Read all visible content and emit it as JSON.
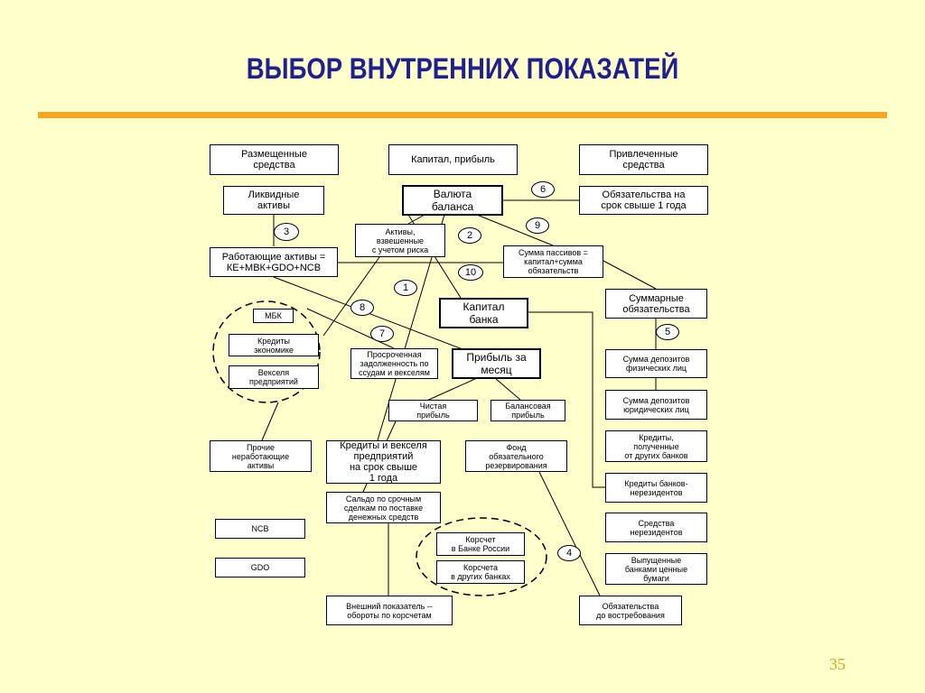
{
  "title": "ВЫБОР ВНУТРЕННИХ ПОКАЗАТЕЙ",
  "page_number": "35",
  "boxes": {
    "placed": "Размещенные\nсредства",
    "capital_profit": "Капитал, прибыль",
    "attracted": "Привлеченные\nсредства",
    "liquid": "Ликвидные\nактивы",
    "balance_currency": "Валюта\nбаланса",
    "liab_1y": "Обязательства на\nсрок свыше 1 года",
    "risk_weighted": "Активы,\nвзвешенные\nс учетом риска",
    "working_assets": "Работающие активы =\nКЕ+МВК+GDO+NCB",
    "sum_liab_eq": "Сумма пассивов =\nкапитал+сумма\nобязательств",
    "bank_capital": "Капитал\nбанка",
    "total_liab": "Суммарные\nобязательства",
    "mbk": "МБК",
    "loans_economy": "Кредиты\nэкономике",
    "bills": "Векселя\nпредприятий",
    "overdue": "Просроченная\nзадолженность по\nссудам и векселям",
    "month_profit": "Прибыль за\nмесяц",
    "dep_phys": "Сумма депозитов\nфизических лиц",
    "dep_jur": "Сумма депозитов\nюридических лиц",
    "net_profit": "Чистая\nприбыль",
    "balance_profit": "Балансовая\nприбыль",
    "loans_other_banks": "Кредиты,\nполученные\nот других банков",
    "other_nonworking": "Прочие\nнеработающие\nактивы",
    "loans_bills_1y": "Кредиты и векселя\nпредприятий\nна срок свыше\n1 года",
    "reserve_fund": "Фонд\nобязательного\nрезервирования",
    "nonres_banks": "Кредиты банков-\nнерезидентов",
    "saldo": "Сальдо по срочным\nсделкам по поставке\nденежных средств",
    "nonres_funds": "Средства\nнерезидентов",
    "ncb": "NCB",
    "corr_cbr": "Корсчет\nв Банке России",
    "issued_securities": "Выпущенные\nбанками ценные\nбумаги",
    "gdo": "GDO",
    "corr_other": "Корсчета\nв других банках",
    "external": "Внешний показатель --\nобороты по корсчетам",
    "demand_liab": "Обязательства\nдо востребования"
  },
  "markers": {
    "m1": "1",
    "m2": "2",
    "m3": "3",
    "m4": "4",
    "m5": "5",
    "m6": "6",
    "m7": "7",
    "m8": "8",
    "m9": "9",
    "m10": "10"
  },
  "colors": {
    "background": "#FFFFCC",
    "title": "#1F1F8F",
    "rule": "#F6A623",
    "page_number": "#E0A020"
  }
}
